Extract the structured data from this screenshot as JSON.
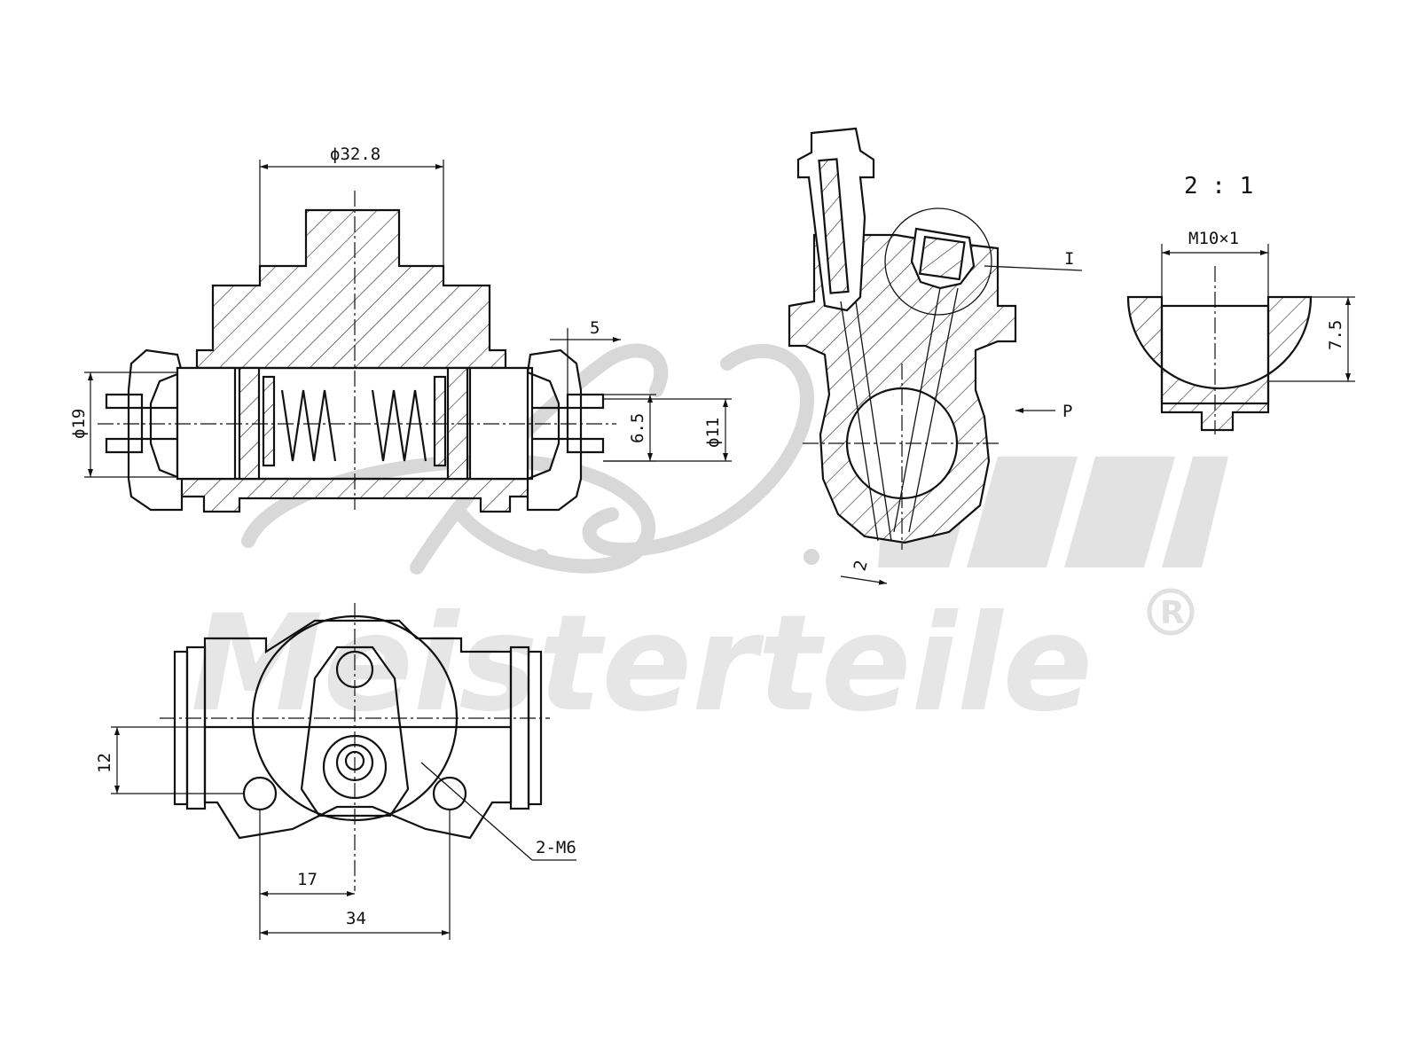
{
  "drawing": {
    "watermark": {
      "brand_text": "Meisterteile",
      "registered_mark": "R",
      "color": "#e2e2e2"
    },
    "dimensions": {
      "bore_diameter": "ϕ32.8",
      "left_outer_diameter": "ϕ19",
      "pin_width": "6.5",
      "pin_diameter": "ϕ11",
      "offset_top": "5",
      "mount_height": "12",
      "half_spacing": "17",
      "hole_spacing": "34",
      "thread_holes": "2-M6",
      "port_angle_dim": "2",
      "pressure_label": "P",
      "detail_label": "I",
      "detail_thread": "M10×1",
      "detail_depth": "7.5",
      "detail_scale": "2 : 1"
    },
    "line_color": "#111111"
  }
}
